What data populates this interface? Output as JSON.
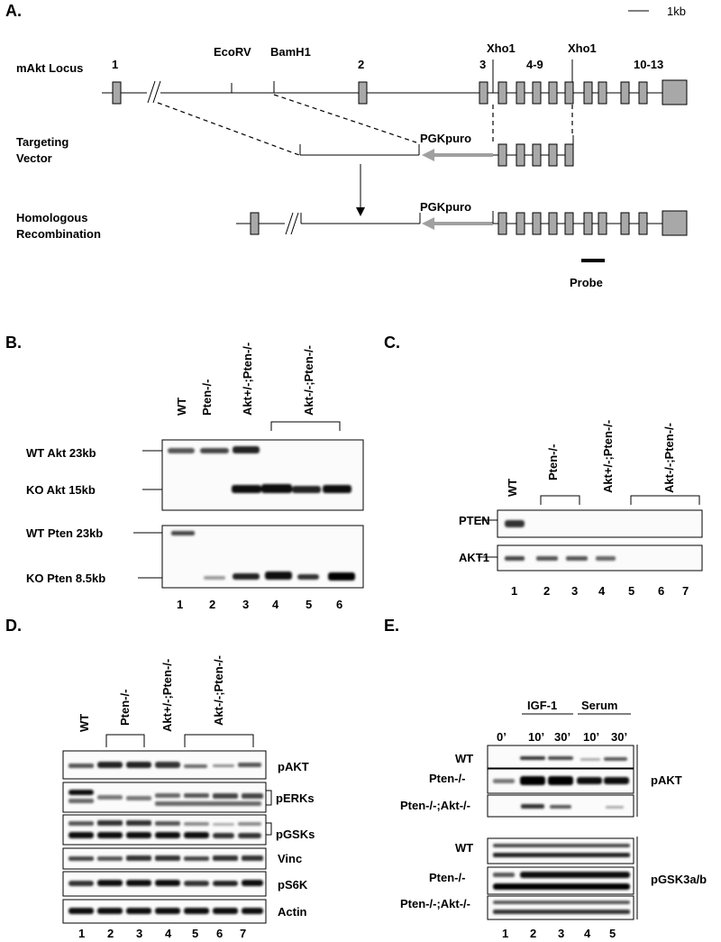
{
  "panelA": {
    "letter": "A.",
    "scale_label": "1kb",
    "locus_label": "mAkt Locus",
    "targeting_label_1": "Targeting",
    "targeting_label_2": "Vector",
    "homolog_label_1": "Homologous",
    "homolog_label_2": "Recombination",
    "exon_labels": [
      "1",
      "2",
      "3",
      "4-9",
      "10-13"
    ],
    "site_labels": [
      "EcoRV",
      "BamH1",
      "Xho1",
      "Xho1"
    ],
    "cassette_label": "PGKpuro",
    "probe_label": "Probe"
  },
  "panelB": {
    "letter": "B.",
    "lane_headers": [
      "WT",
      "Pten-/-",
      "Akt+/-;Pten-/-",
      "Akt-/-;Pten-/-"
    ],
    "band_labels": [
      "WT Akt 23kb",
      "KO Akt 15kb",
      "WT Pten 23kb",
      "KO Pten 8.5kb"
    ],
    "lanes": [
      "1",
      "2",
      "3",
      "4",
      "5",
      "6"
    ]
  },
  "panelC": {
    "letter": "C.",
    "lane_headers": [
      "WT",
      "Pten-/-",
      "Akt+/-;Pten-/-",
      "Akt-/-;Pten-/-"
    ],
    "band_labels": [
      "PTEN",
      "AKT1"
    ],
    "lanes": [
      "1",
      "2",
      "3",
      "4",
      "5",
      "6",
      "7"
    ]
  },
  "panelD": {
    "letter": "D.",
    "lane_headers": [
      "WT",
      "Pten-/-",
      "Akt+/-;Pten-/-",
      "Akt-/-;Pten-/-"
    ],
    "band_labels": [
      "pAKT",
      "pERKs",
      "pGSKs",
      "Vinc",
      "pS6K",
      "Actin"
    ],
    "lanes": [
      "1",
      "2",
      "3",
      "4",
      "5",
      "6",
      "7"
    ]
  },
  "panelE": {
    "letter": "E.",
    "group_labels": [
      "IGF-1",
      "Serum"
    ],
    "time_labels": [
      "0’",
      "10’",
      "30’",
      "10’",
      "30’"
    ],
    "row_labels": [
      "WT",
      "Pten-/-",
      "Pten-/-;Akt-/-",
      "WT",
      "Pten-/-",
      "Pten-/-;Akt-/-"
    ],
    "group_targets": [
      "pAKT",
      "pGSK3a/b"
    ],
    "lanes": [
      "1",
      "2",
      "3",
      "4",
      "5"
    ]
  }
}
